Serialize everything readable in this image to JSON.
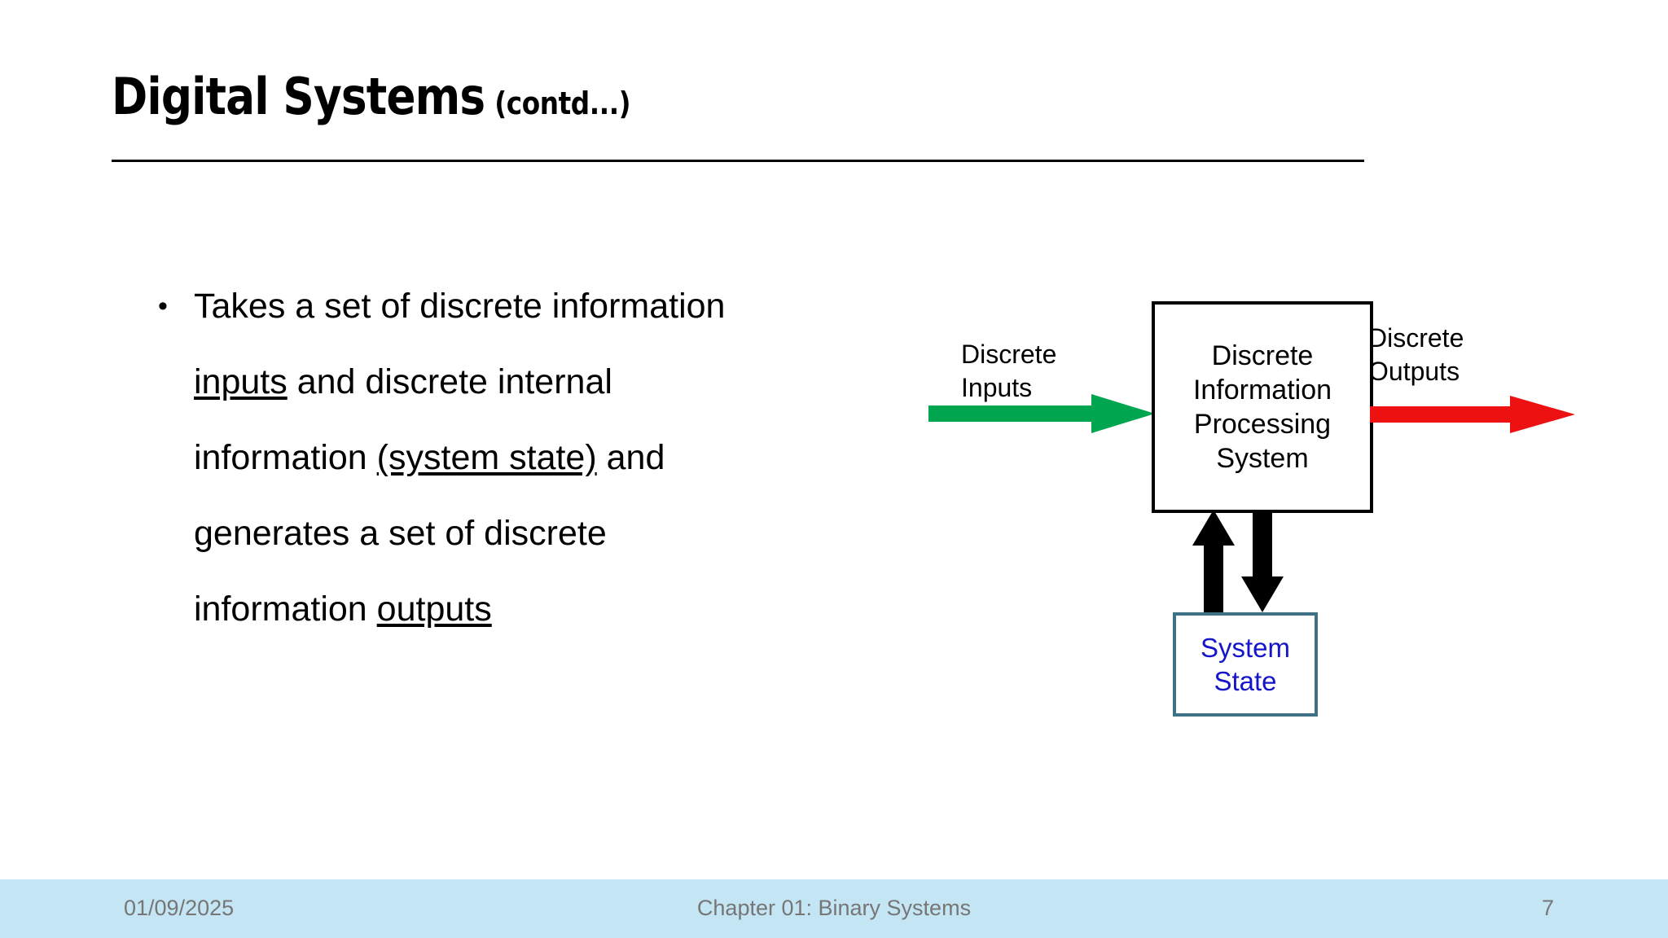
{
  "slide": {
    "title_main": "Digital Systems",
    "title_suffix": "(contd...)"
  },
  "body": {
    "bullet_marker": "•",
    "lines": [
      "Takes a set of discrete",
      "information inputs and",
      "discrete internal information",
      "(system state) and generates",
      "a set of discrete information",
      "outputs"
    ],
    "full_text": "Takes a set of discrete information inputs and discrete internal information (system state) and generates a set of discrete information outputs",
    "underlined_terms": [
      "inputs",
      "(system state)",
      "outputs"
    ]
  },
  "diagram": {
    "input_label": "Discrete\nInputs",
    "output_label": "Discrete\nOutputs",
    "processing_box_label": "Discrete\nInformation\nProcessing\nSystem",
    "system_state_label": "System\nState",
    "colors": {
      "input_arrow": "#00a550",
      "output_arrow": "#ee1111",
      "state_arrow": "#000000",
      "processing_box_border": "#000000",
      "system_state_border": "#3d7184",
      "system_state_text": "#1414c8"
    }
  },
  "footer": {
    "date": "01/09/2025",
    "center": "Chapter 01: Binary Systems",
    "page_number": "7",
    "background": "#c4e5f4",
    "text_color": "#767676"
  }
}
